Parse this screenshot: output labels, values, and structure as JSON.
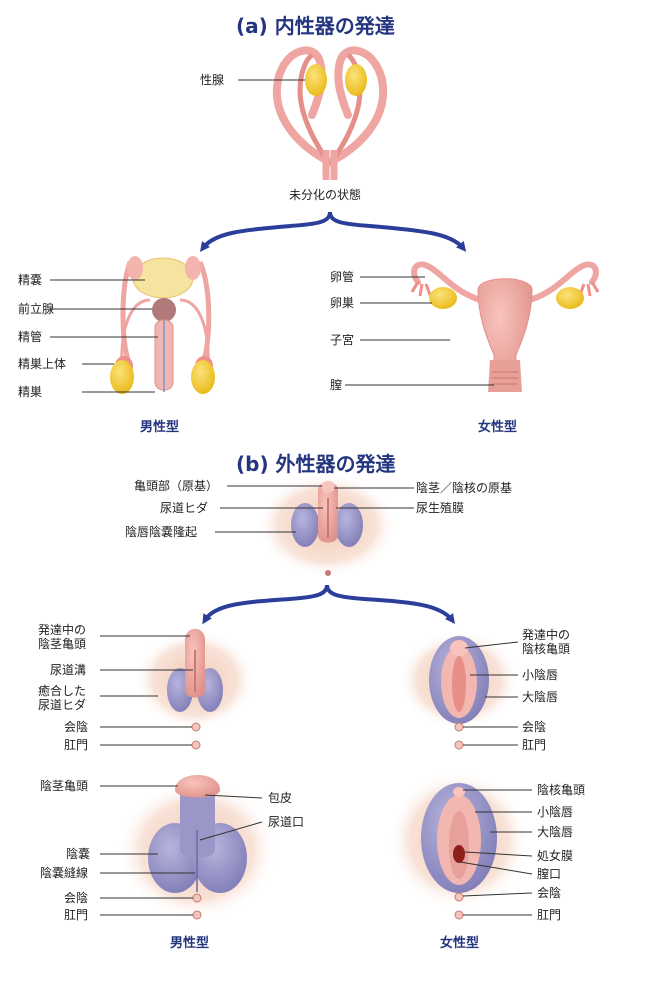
{
  "section_a": {
    "title": "(a) 内性器の発達",
    "gonad": "性腺",
    "undiff": "未分化の状態",
    "male": {
      "label": "男性型",
      "seminal_vesicle": "精嚢",
      "prostate": "前立腺",
      "vas_deferens": "精管",
      "epididymis": "精巣上体",
      "testis": "精巣"
    },
    "female": {
      "label": "女性型",
      "tube": "卵管",
      "ovary": "卵巣",
      "uterus": "子宮",
      "vagina": "膣"
    }
  },
  "section_b": {
    "title": "(b) 外性器の発達",
    "undiff": {
      "glans": "亀頭部（原基）",
      "urethral_fold": "尿道ヒダ",
      "labioscrotal": "陰唇陰嚢隆起",
      "phallus": "陰茎／陰核の原基",
      "urogenital_membrane": "尿生殖膜"
    },
    "male_dev": {
      "glans": "発達中の\n陰茎亀頭",
      "groove": "尿道溝",
      "fused_fold": "癒合した\n尿道ヒダ",
      "perineum": "会陰",
      "anus": "肛門"
    },
    "female_dev": {
      "glans": "発達中の\n陰核亀頭",
      "minora": "小陰唇",
      "majora": "大陰唇",
      "perineum": "会陰",
      "anus": "肛門"
    },
    "male_final": {
      "label": "男性型",
      "glans": "陰茎亀頭",
      "foreskin": "包皮",
      "meatus": "尿道口",
      "scrotum": "陰嚢",
      "raphe": "陰嚢縫線",
      "perineum": "会陰",
      "anus": "肛門"
    },
    "female_final": {
      "label": "女性型",
      "glans": "陰核亀頭",
      "minora": "小陰唇",
      "majora": "大陰唇",
      "hymen": "処女膜",
      "vaginal_opening": "膣口",
      "perineum": "会陰",
      "anus": "肛門"
    }
  },
  "colors": {
    "title_blue": "#24357f",
    "arrow_blue": "#2b3f9a",
    "tissue_pink": "#efa6a2",
    "gonad_yellow": "#f0c622",
    "skin": "#f6d9cc",
    "labia_purple": "#9b98c9"
  }
}
